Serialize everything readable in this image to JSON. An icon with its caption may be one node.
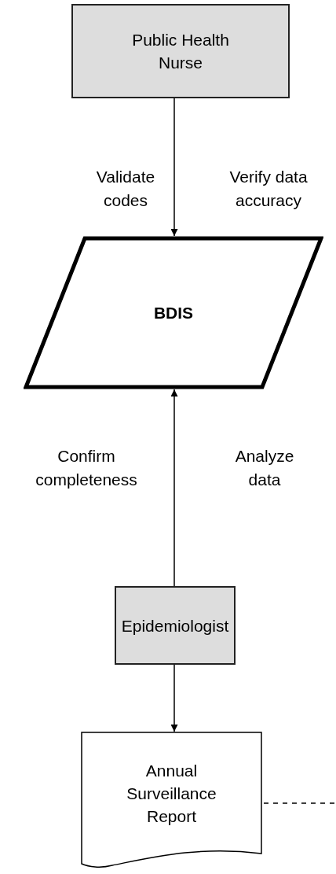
{
  "diagram": {
    "nodes": [
      {
        "text": [
          "Public Health Nurse"
        ]
      },
      {
        "text": [
          "BDIS"
        ]
      },
      {
        "text": [
          "Epidemiologist"
        ]
      },
      {
        "text": [
          "Annual Surveillance Report"
        ]
      }
    ],
    "edges": [
      {
        "from": 0,
        "to": 1,
        "arrow": "to"
      },
      {
        "from": 2,
        "to": 1,
        "arrow": "to"
      },
      {
        "from": 2,
        "to": 3,
        "arrow": "to"
      },
      {
        "from": 3,
        "to": null,
        "arrow": "none",
        "style": "dashed"
      }
    ],
    "labels": [
      "Validate codes",
      "Verify data accuracy",
      "Confirm completeness",
      "Analyze data"
    ]
  }
}
